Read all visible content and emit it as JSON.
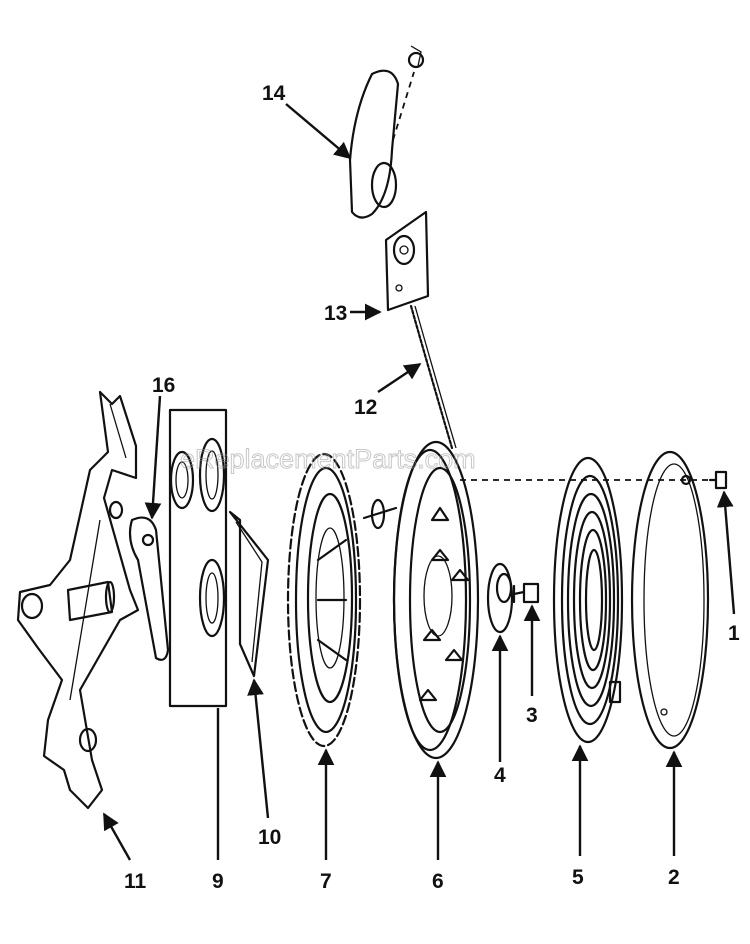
{
  "watermark": "eReplacementParts.com",
  "callouts": {
    "c1": "1",
    "c2": "2",
    "c3": "3",
    "c4": "4",
    "c5": "5",
    "c6": "6",
    "c7": "7",
    "c9": "9",
    "c10": "10",
    "c11": "11",
    "c12": "12",
    "c13": "13",
    "c14": "14",
    "c16": "16"
  },
  "colors": {
    "ink": "#111111",
    "background": "#ffffff",
    "watermark": "#9a9a9a"
  }
}
